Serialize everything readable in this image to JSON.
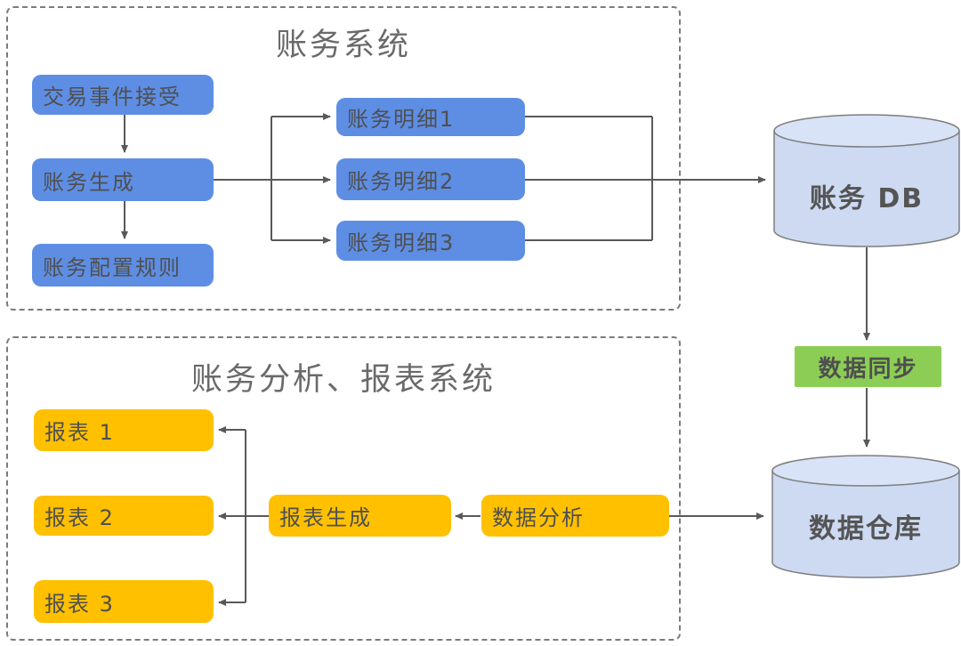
{
  "titles": {
    "accounting_system": "账务系统",
    "report_system": "账务分析、报表系统"
  },
  "nodes": {
    "tx_event": "交易事件接受",
    "acct_gen": "账务生成",
    "acct_rules": "账务配置规则",
    "detail1": "账务明细1",
    "detail2": "账务明细2",
    "detail3": "账务明细3",
    "acct_db": "账务 DB",
    "data_sync": "数据同步",
    "data_warehouse": "数据仓库",
    "report1": "报表 1",
    "report2": "报表 2",
    "report3": "报表 3",
    "report_gen": "报表生成",
    "data_analysis": "数据分析"
  },
  "edges": [
    {
      "from": "tx_event",
      "to": "acct_gen"
    },
    {
      "from": "acct_gen",
      "to": "acct_rules"
    },
    {
      "from": "acct_gen",
      "to": "detail1"
    },
    {
      "from": "acct_gen",
      "to": "detail2"
    },
    {
      "from": "acct_gen",
      "to": "detail3"
    },
    {
      "from": "detail1",
      "to": "acct_db"
    },
    {
      "from": "detail2",
      "to": "acct_db"
    },
    {
      "from": "detail3",
      "to": "acct_db"
    },
    {
      "from": "acct_db",
      "to": "data_sync"
    },
    {
      "from": "data_sync",
      "to": "data_warehouse"
    },
    {
      "from": "data_analysis",
      "to": "data_warehouse"
    },
    {
      "from": "data_analysis",
      "to": "report_gen"
    },
    {
      "from": "report_gen",
      "to": "report1"
    },
    {
      "from": "report_gen",
      "to": "report2"
    },
    {
      "from": "report_gen",
      "to": "report3"
    }
  ],
  "colors": {
    "process_blue": "#5e8ee4",
    "report_orange": "#ffc000",
    "sync_green": "#8cce55",
    "db_fill": "#cddaf2",
    "db_top_fill": "#d9e3f7",
    "db_stroke": "#7e7e7e",
    "arrow": "#595959",
    "node_text": "#4f4f4f",
    "title_text": "#6a6a6a",
    "dashed_border": "#7b7b7b"
  }
}
